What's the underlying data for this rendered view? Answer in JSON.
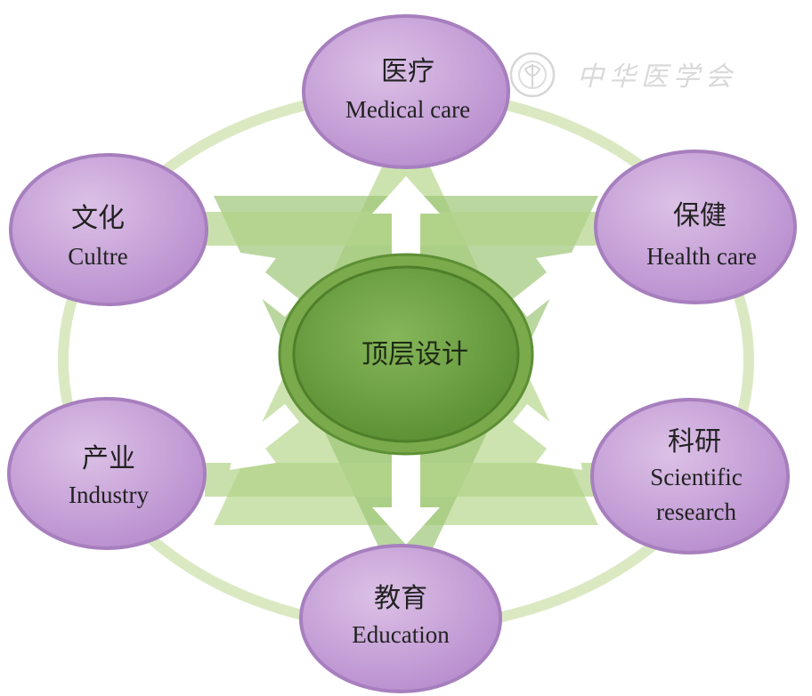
{
  "center": {
    "label": "顶层设计",
    "color": "#6b9f3f"
  },
  "nodes": [
    {
      "id": "medical-care",
      "zh": "医疗",
      "en": [
        "Medical care"
      ]
    },
    {
      "id": "health-care",
      "zh": "保健",
      "en": [
        "Health care"
      ]
    },
    {
      "id": "scientific-research",
      "zh": "科研",
      "en": [
        "Scientific",
        "research"
      ]
    },
    {
      "id": "education",
      "zh": "教育",
      "en": [
        "Education"
      ]
    },
    {
      "id": "industry",
      "zh": "产业",
      "en": [
        "Industry"
      ]
    },
    {
      "id": "culture",
      "zh": "文化",
      "en": [
        "Cultre"
      ]
    }
  ],
  "watermark": {
    "text": "中华医学会",
    "icon": "cma-seal-icon"
  },
  "colors": {
    "node_fill": "#c9a4d9",
    "node_stroke": "#a77fbe",
    "ring": "#dbe9c3",
    "triangle_light": "#b4d589",
    "triangle_mid": "#94c06a",
    "arrow": "#ffffff"
  }
}
